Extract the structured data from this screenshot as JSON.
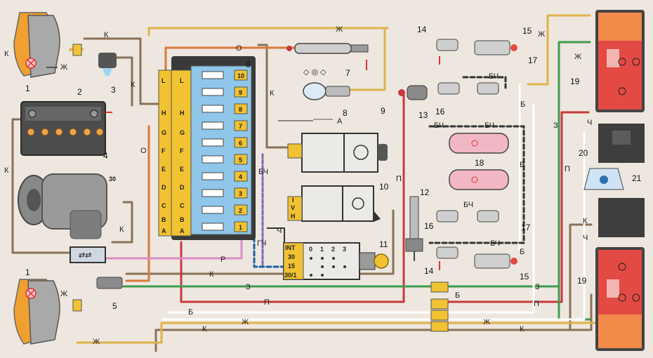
{
  "components": {
    "headlamp_top_num": "1",
    "battery_num": "2",
    "sensor_num": "3",
    "alternator_num": "4",
    "alternator_terminal": "30",
    "oil_sensor_num": "5",
    "headlamp_bottom_num": "1",
    "fusebox_num": "6",
    "fuse_numbers": [
      "10",
      "9",
      "8",
      "7",
      "6",
      "5",
      "4",
      "3",
      "2",
      "1"
    ],
    "fusebox_pin_letters": [
      "L",
      "L",
      "H",
      "H",
      "G",
      "G",
      "F",
      "F",
      "E",
      "E",
      "D",
      "D",
      "C",
      "C",
      "B",
      "B",
      "A",
      "A"
    ],
    "lamp_tube_num": "7",
    "bulb_num": "8",
    "wiper_switch_num": "9",
    "light_switch_num": "10",
    "light_switch_pins": [
      "I",
      "V",
      "H"
    ],
    "ignition_switch_num": "11",
    "ignition_pins": [
      "INT",
      "30",
      "15",
      "30/1"
    ],
    "ignition_positions": [
      "0",
      "1",
      "2",
      "3"
    ],
    "spark_plug_num": "12",
    "switch13_num": "13",
    "lamp14_top_num": "14",
    "lamp15_top_num": "15",
    "lamp16_top_num": "16",
    "lamp17_top_num": "17",
    "lamp18_num": "18",
    "lamp16_bottom_num": "16",
    "lamp17_bottom_num": "17",
    "lamp14_bottom_num": "14",
    "lamp15_bottom_num": "15",
    "taillight_top_num": "19",
    "taillight_bottom_num": "19",
    "plate_light_num": "20",
    "rear_panel_num": "21",
    "arrow_label": "A"
  },
  "wire_labels": {
    "k": "К",
    "zh": "Ж",
    "o": "О",
    "p": "П",
    "b": "Б",
    "bch": "БЧ",
    "ch": "Ч",
    "gch": "ГЧ",
    "r": "Р",
    "z": "З"
  },
  "colors": {
    "wire_yellow": "#e0b24a",
    "wire_brown": "#8a7157",
    "wire_red": "#c8383c",
    "wire_orange": "#d97a3c",
    "wire_green": "#3f9b4e",
    "wire_pink": "#dc8cc8",
    "wire_white": "#ffffff",
    "wire_black": "#333333",
    "fuse_blue": "#8fc6ea",
    "connector_yellow": "#f1c232",
    "taillight_red": "#e34a43"
  }
}
